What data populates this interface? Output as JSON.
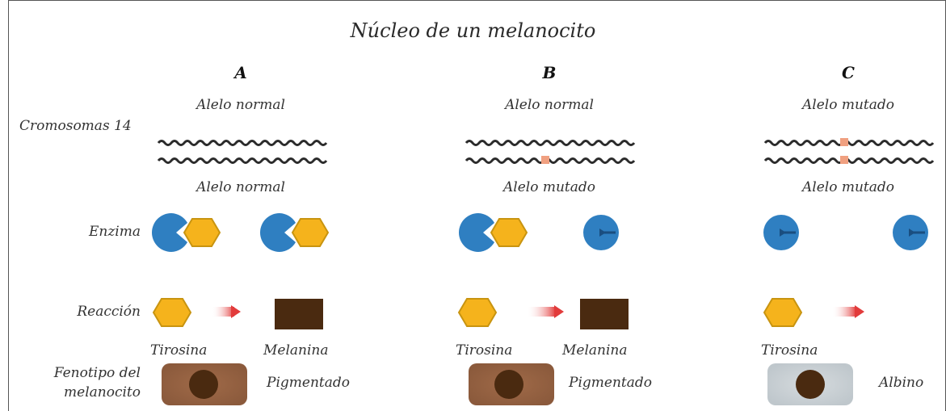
{
  "title": "Núcleo de un melanocito",
  "row_labels": {
    "chromosomes": "Cromosomas 14",
    "enzyme": "Enzima",
    "reaction": "Reacción",
    "phenotype_line1": "Fenotipo del",
    "phenotype_line2": "melanocito"
  },
  "columns": [
    {
      "heading": "A",
      "top_allele": "Alelo normal",
      "bottom_allele": "Alelo normal",
      "substrate": "Tirosina",
      "product": "Melanina",
      "phenotype": "Pigmentado"
    },
    {
      "heading": "B",
      "top_allele": "Alelo normal",
      "bottom_allele": "Alelo mutado",
      "substrate": "Tirosina",
      "product": "Melanina",
      "phenotype": "Pigmentado"
    },
    {
      "heading": "C",
      "top_allele": "Alelo mutado",
      "bottom_allele": "Alelo mutado",
      "substrate": "Tirosina",
      "product": "",
      "phenotype": "Albino"
    }
  ],
  "colors": {
    "enzyme": "#2f7fc1",
    "tyrosine": "#f5b31c",
    "melanin": "#4a2a10",
    "arrow": "#e23b3b",
    "chromosome": "#2b2b2b",
    "mutation": "#f0a080",
    "pigmented_cell": "#8b5a3c",
    "albino_cell": "#c8cfd4",
    "nucleus": "#4a2a10"
  }
}
